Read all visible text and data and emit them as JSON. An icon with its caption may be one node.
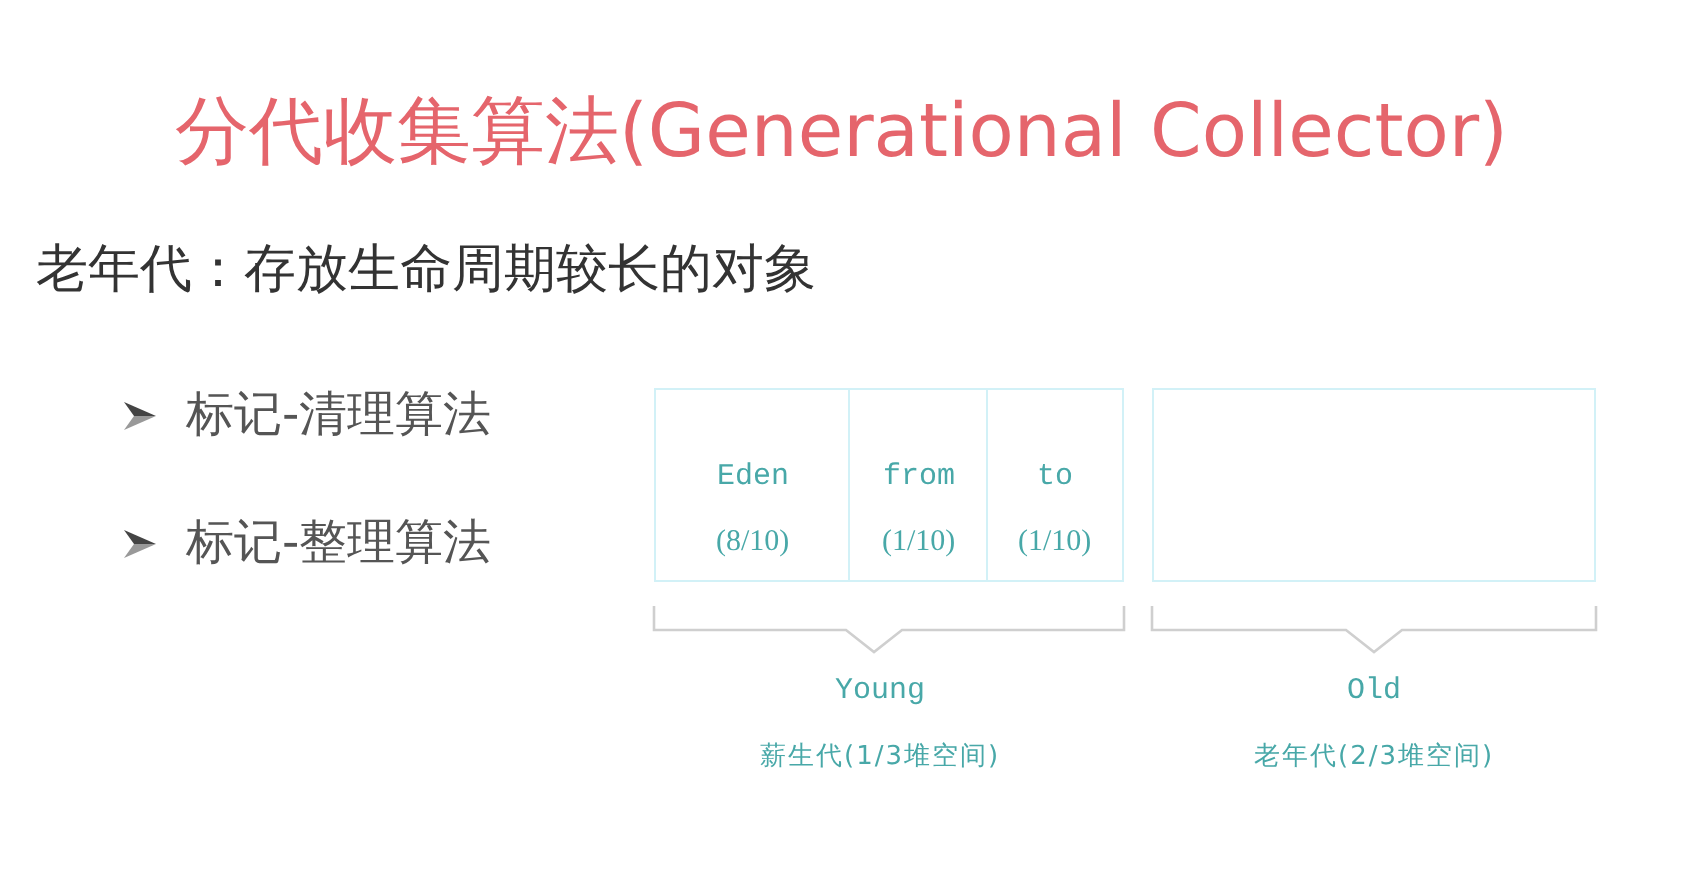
{
  "diagram": {
    "title": "分代收集算法(Generational Collector)",
    "nodes": [
      {
        "text": [],
        "shape": "box",
        "beside": [
          "Young",
          "薪生代(1/3堆空间)"
        ]
      },
      {
        "text": [
          "Eden",
          "(8/10)"
        ],
        "in": 0
      },
      {
        "text": [
          "from",
          "(1/10)"
        ],
        "in": 0
      },
      {
        "text": [
          "to",
          "(1/10)"
        ],
        "in": 0
      },
      {
        "text": [],
        "shape": "box",
        "beside": [
          "Old",
          "老年代(2/3堆空间)"
        ]
      }
    ],
    "labels": [
      "老年代：存放生命周期较长的对象",
      "标记-清理算法",
      "标记-整理算法"
    ]
  }
}
